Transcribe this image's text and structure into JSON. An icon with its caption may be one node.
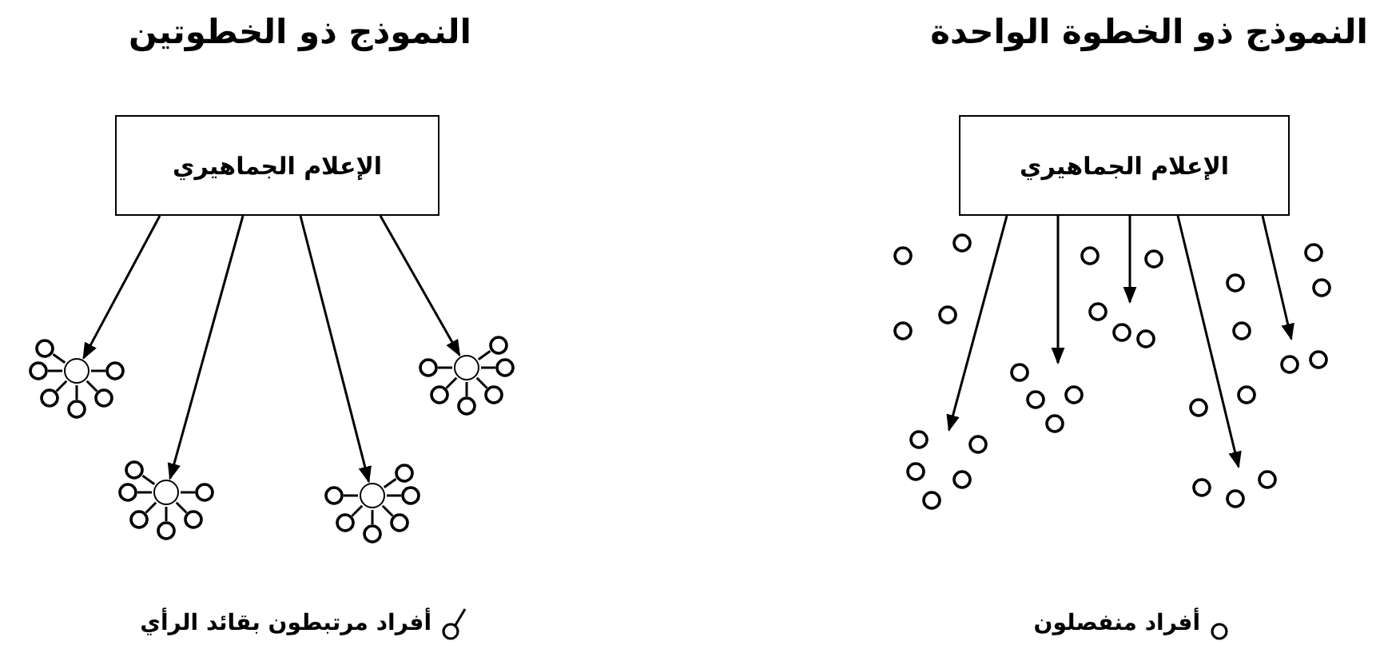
{
  "diagram": {
    "nodes": [
      {
        "text": [
          "الإعلام الجماهيري"
        ]
      },
      {
        "text": [],
        "shape": "circle"
      },
      {
        "text": [],
        "shape": "circle"
      },
      {
        "text": [],
        "shape": "circle"
      },
      {
        "text": [],
        "shape": "circle"
      },
      {
        "text": [],
        "shape": "circle"
      },
      {
        "text": [
          "الإعلام الجماهيري"
        ]
      },
      {
        "text": [],
        "shape": "circle"
      },
      {
        "text": [],
        "shape": "circle"
      },
      {
        "text": [],
        "shape": "circle"
      },
      {
        "text": [],
        "shape": "circle"
      },
      {
        "text": [],
        "shape": "circle"
      },
      {
        "text": [],
        "shape": "circle"
      },
      {
        "text": [],
        "shape": "circle"
      },
      {
        "text": [],
        "shape": "circle"
      },
      {
        "text": [],
        "shape": "circle"
      },
      {
        "text": [],
        "shape": "circle"
      },
      {
        "text": [],
        "shape": "circle"
      },
      {
        "text": [],
        "shape": "circle"
      },
      {
        "text": [],
        "shape": "circle"
      },
      {
        "text": [],
        "shape": "circle"
      },
      {
        "text": [],
        "shape": "circle"
      },
      {
        "text": [],
        "shape": "circle"
      },
      {
        "text": [],
        "shape": "circle"
      },
      {
        "text": [],
        "shape": "circle"
      },
      {
        "text": [],
        "shape": "circle"
      },
      {
        "text": [],
        "shape": "circle"
      },
      {
        "text": [],
        "shape": "circle"
      },
      {
        "text": [],
        "shape": "circle"
      },
      {
        "text": [],
        "shape": "circle"
      },
      {
        "text": [],
        "shape": "circle"
      },
      {
        "text": [],
        "shape": "circle"
      },
      {
        "text": [],
        "shape": "circle"
      },
      {
        "text": [],
        "shape": "circle"
      },
      {
        "text": [],
        "shape": "circle"
      },
      {
        "text": [],
        "shape": "circle"
      },
      {
        "text": [],
        "shape": "circle"
      },
      {
        "text": [],
        "shape": "circle"
      },
      {
        "text": [],
        "shape": "circle"
      },
      {
        "text": [],
        "shape": "circle"
      },
      {
        "text": [],
        "shape": "circle"
      },
      {
        "text": [],
        "shape": "circle"
      },
      {
        "text": [],
        "shape": "circle"
      },
      {
        "text": [],
        "shape": "circle"
      },
      {
        "text": [],
        "shape": "circle"
      },
      {
        "text": [],
        "shape": "circle"
      },
      {
        "text": [],
        "shape": "circle"
      }
    ],
    "edges": [
      {
        "from": 0,
        "to": 1,
        "arrow": "to"
      },
      {
        "from": 0,
        "to": 2,
        "arrow": "to"
      },
      {
        "from": 0,
        "to": 3,
        "arrow": "to"
      },
      {
        "from": 0,
        "to": 4,
        "arrow": "to"
      },
      {
        "from": 0,
        "to": 5,
        "arrow": "to"
      },
      {
        "from": 6,
        "to": 7,
        "arrow": "to"
      },
      {
        "from": 6,
        "to": 8,
        "arrow": "to"
      },
      {
        "from": 6,
        "to": 9,
        "arrow": "to"
      },
      {
        "from": 6,
        "to": 10,
        "arrow": "to"
      },
      {
        "from": 7,
        "to": 23,
        "arrow": "none"
      },
      {
        "from": 7,
        "to": 24,
        "arrow": "none"
      },
      {
        "from": 7,
        "to": 25,
        "arrow": "none"
      },
      {
        "from": 7,
        "to": 26,
        "arrow": "none"
      },
      {
        "from": 7,
        "to": 27,
        "arrow": "none"
      },
      {
        "from": 7,
        "to": 28,
        "arrow": "none"
      },
      {
        "from": 8,
        "to": 29,
        "arrow": "none"
      },
      {
        "from": 8,
        "to": 30,
        "arrow": "none"
      },
      {
        "from": 8,
        "to": 31,
        "arrow": "none"
      },
      {
        "from": 8,
        "to": 32,
        "arrow": "none"
      },
      {
        "from": 8,
        "to": 33,
        "arrow": "none"
      },
      {
        "from": 8,
        "to": 34,
        "arrow": "none"
      },
      {
        "from": 9,
        "to": 35,
        "arrow": "none"
      },
      {
        "from": 9,
        "to": 36,
        "arrow": "none"
      },
      {
        "from": 9,
        "to": 37,
        "arrow": "none"
      },
      {
        "from": 9,
        "to": 38,
        "arrow": "none"
      },
      {
        "from": 9,
        "to": 39,
        "arrow": "none"
      },
      {
        "from": 9,
        "to": 40,
        "arrow": "none"
      },
      {
        "from": 10,
        "to": 41,
        "arrow": "none"
      },
      {
        "from": 10,
        "to": 42,
        "arrow": "none"
      },
      {
        "from": 10,
        "to": 43,
        "arrow": "none"
      },
      {
        "from": 10,
        "to": 44,
        "arrow": "none"
      },
      {
        "from": 10,
        "to": 45,
        "arrow": "none"
      },
      {
        "from": 10,
        "to": 46,
        "arrow": "none"
      }
    ],
    "labels": [
      "النموذج ذو الخطوة الواحدة",
      "النموذج ذو الخطوتين"
    ],
    "legend": [
      {
        "text": "أفراد منفصلون"
      },
      {
        "text": "أفراد مرتبطون بقائد الرأي"
      }
    ]
  }
}
